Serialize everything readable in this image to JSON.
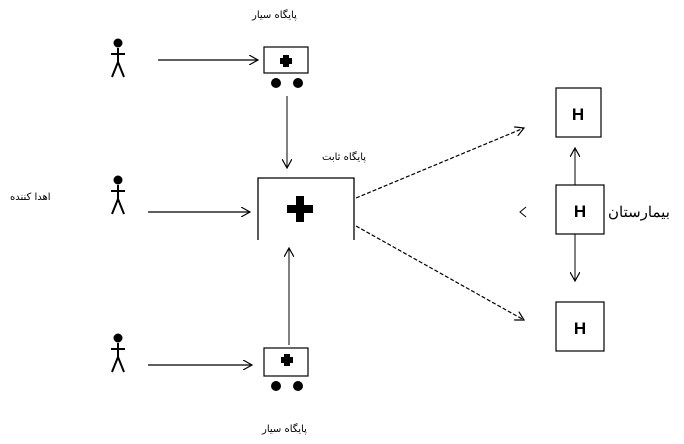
{
  "labels": {
    "mobile_base_top": "پایگاه سیار",
    "fixed_base": "پایگاه ثابت",
    "donor": "اهدا کننده",
    "hospital": "بیمارستان",
    "mobile_base_bottom": "پایگاه سیار"
  },
  "hospital_letters": [
    "H",
    "H",
    "H"
  ],
  "icons": {
    "donor": "person-icon",
    "mobile_base": "mobile-van-icon",
    "fixed_base": "red-cross-icon",
    "hospital": "hospital-h-icon"
  }
}
